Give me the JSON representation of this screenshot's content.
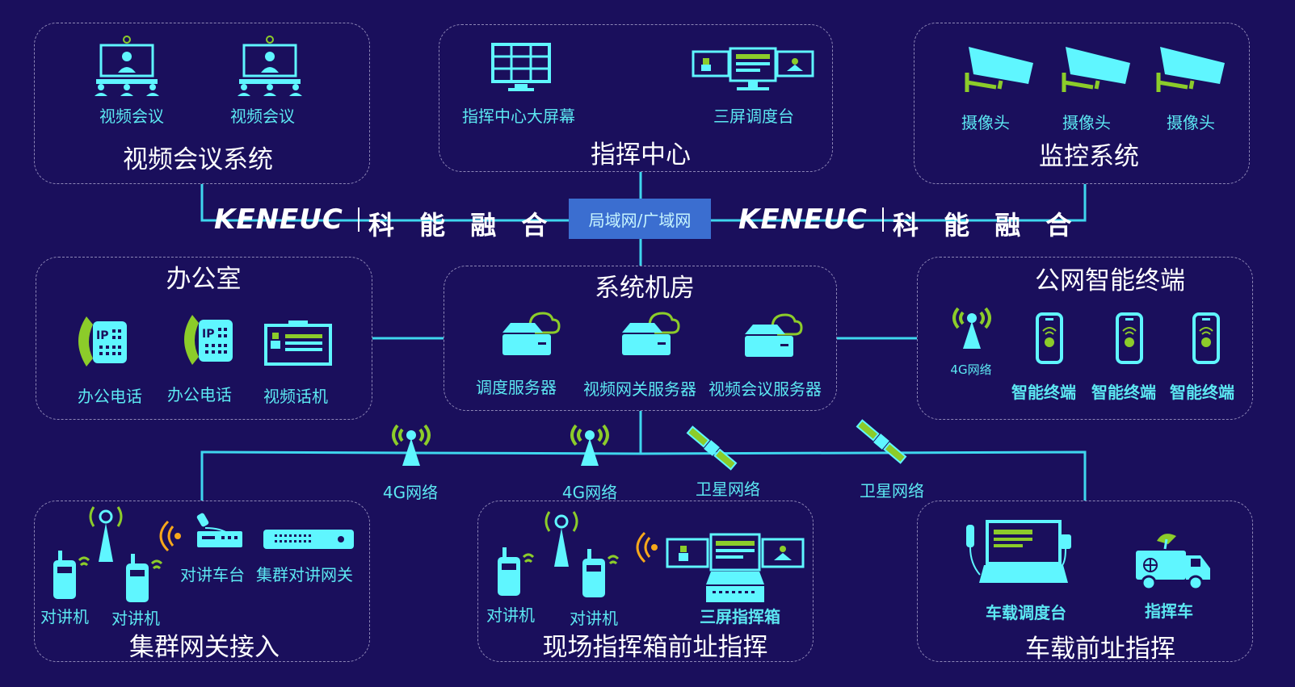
{
  "colors": {
    "background": "#1a0f5c",
    "line": "#3fd6ee",
    "icon": "#5ff6ff",
    "accent_green": "#8ccc2a",
    "accent_orange": "#f7a81b",
    "network_box": "#3b6ed0"
  },
  "network": {
    "label": "局域网/广域网"
  },
  "logos": [
    {
      "text": "KENEUC",
      "cn": "科 能 融 合"
    },
    {
      "text": "KENEUC",
      "cn": "科 能 融 合"
    }
  ],
  "groups": {
    "video_conference": {
      "title": "视频会议系统",
      "items": [
        "视频会议",
        "视频会议"
      ]
    },
    "command_center": {
      "title": "指挥中心",
      "items": [
        "指挥中心大屏幕",
        "三屏调度台"
      ]
    },
    "monitoring": {
      "title": "监控系统",
      "items": [
        "摄像头",
        "摄像头",
        "摄像头"
      ]
    },
    "office": {
      "title": "办公室",
      "items": [
        "办公电话",
        "办公电话",
        "视频话机"
      ]
    },
    "server_room": {
      "title": "系统机房",
      "items": [
        "调度服务器",
        "视频网关服务器",
        "视频会议服务器"
      ]
    },
    "public_terminal": {
      "title": "公网智能终端",
      "network_label": "4G网络",
      "items": [
        "智能终端",
        "智能终端",
        "智能终端"
      ]
    },
    "cluster_gateway": {
      "title": "集群网关接入",
      "items": [
        "对讲机",
        "对讲机",
        "对讲车台",
        "集群对讲网关"
      ]
    },
    "field_command": {
      "title": "现场指挥箱前址指挥",
      "items": [
        "对讲机",
        "对讲机",
        "三屏指挥箱"
      ]
    },
    "vehicle_command": {
      "title": "车载前址指挥",
      "items": [
        "车载调度台",
        "指挥车"
      ]
    }
  },
  "links": [
    "4G网络",
    "4G网络",
    "卫星网络",
    "卫星网络"
  ]
}
